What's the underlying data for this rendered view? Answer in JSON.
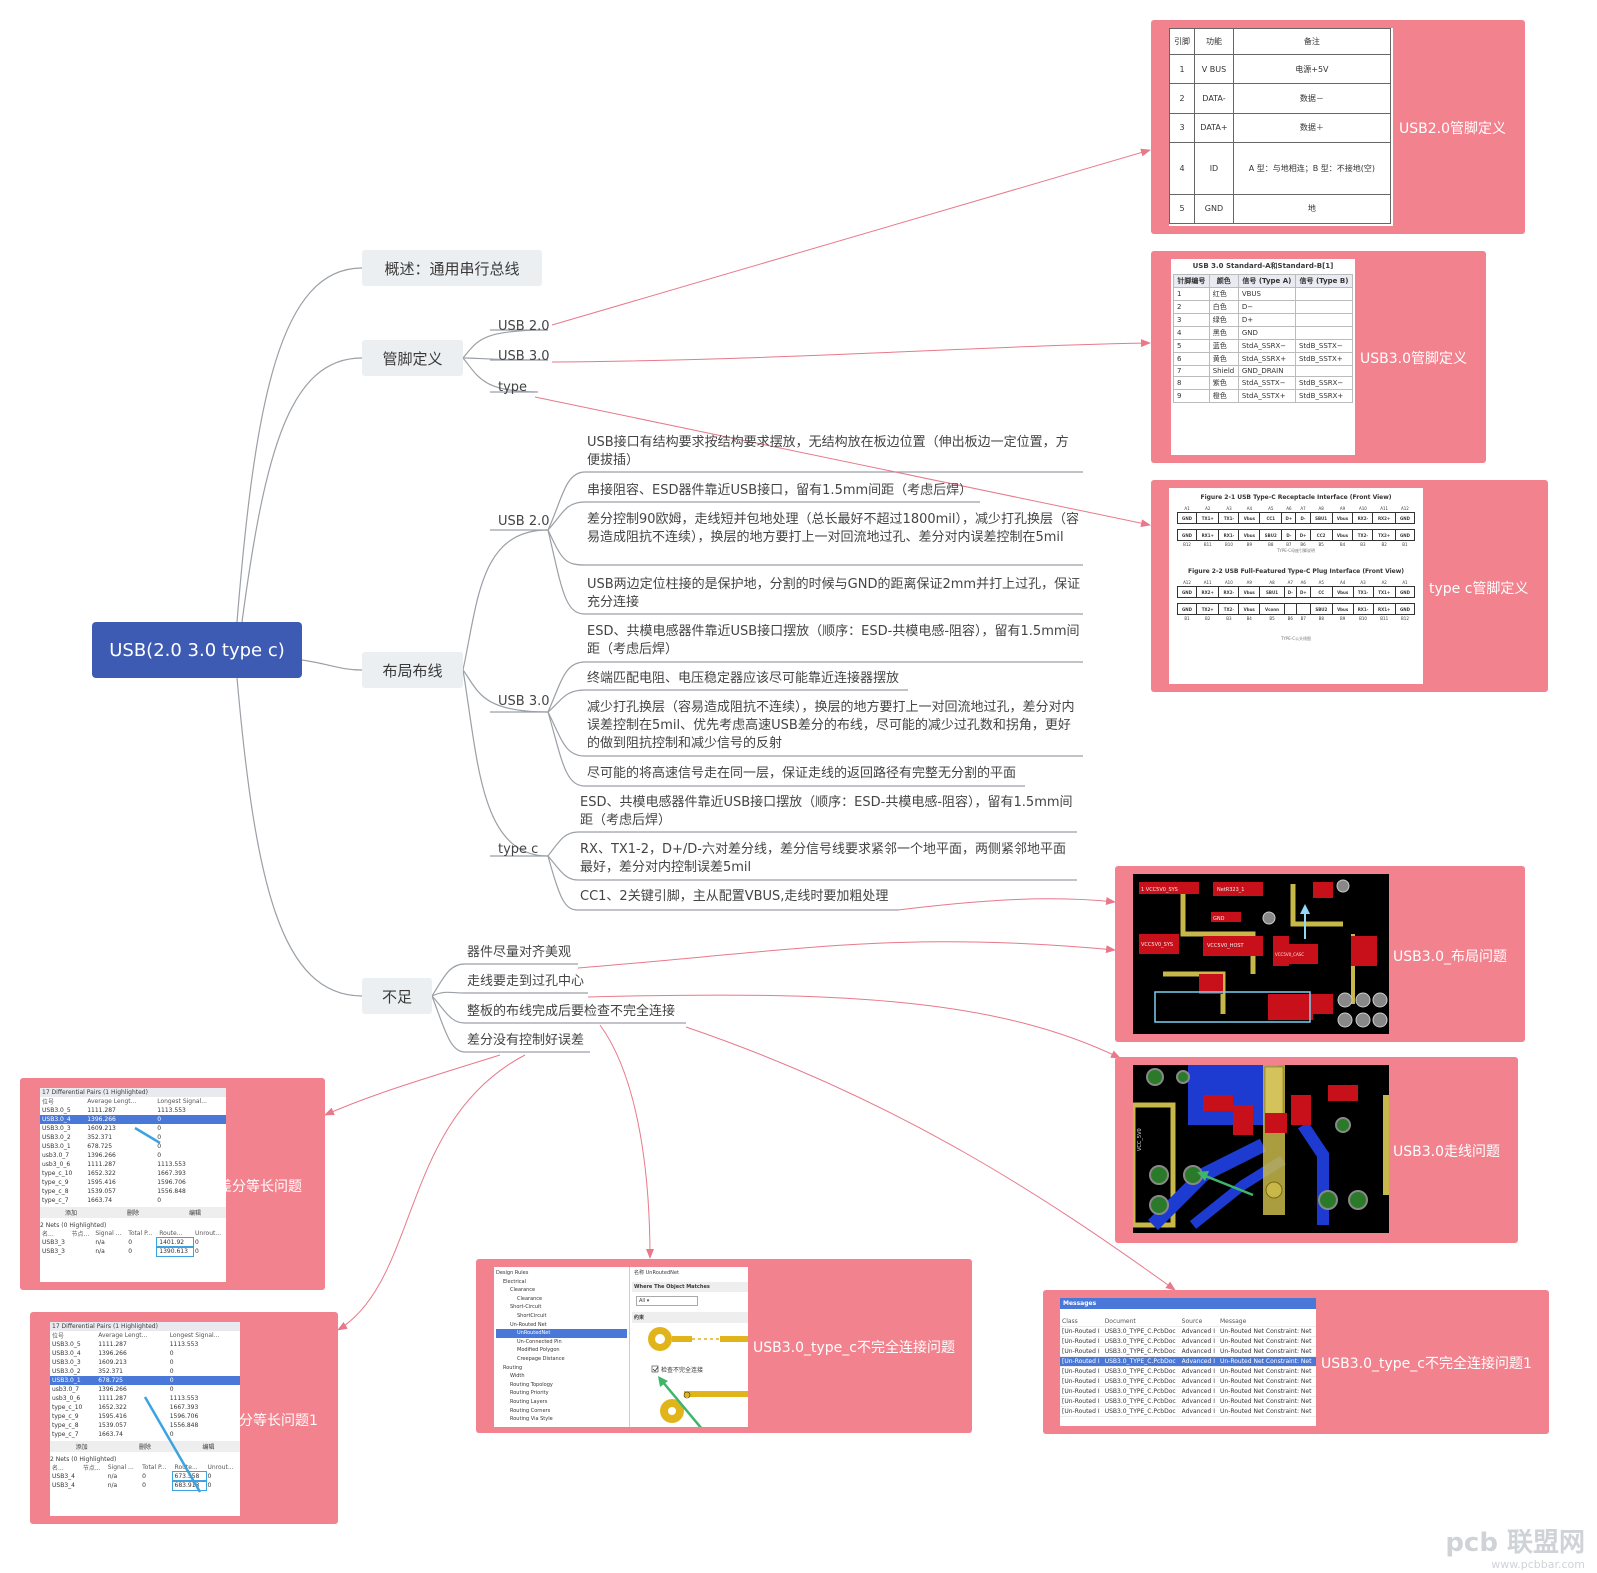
{
  "root": {
    "label": "USB(2.0 3.0 type c)"
  },
  "branches": {
    "overview": "概述：通用串行总线",
    "pins": "管脚定义",
    "layout": "布局布线",
    "shortcomings": "不足"
  },
  "pins_children": {
    "usb2": "USB 2.0",
    "usb3": "USB 3.0",
    "typec": "type"
  },
  "layout_children": {
    "usb2": "USB 2.0",
    "usb3": "USB 3.0",
    "typec": "type c"
  },
  "layout_leaves": {
    "usb2": [
      "USB接口有结构要求按结构要求摆放，无结构放在板边位置（伸出板边一定位置，方便拔插）",
      "串接阻容、ESD器件靠近USB接口，留有1.5mm间距（考虑后焊）",
      "差分控制90欧姆，走线短并包地处理（总长最好不超过1800mil），减少打孔换层（容易造成阻抗不连续），换层的地方要打上一对回流地过孔、差分对内误差控制在5mil",
      "USB两边定位柱接的是保护地，分割的时候与GND的距离保证2mm并打上过孔，保证充分连接"
    ],
    "usb3": [
      "ESD、共模电感器件靠近USB接口摆放（顺序：ESD-共模电感-阻容），留有1.5mm间距（考虑后焊）",
      "终端匹配电阻、电压稳定器应该尽可能靠近连接器摆放",
      "减少打孔换层（容易造成阻抗不连续），换层的地方要打上一对回流地过孔，差分对内误差控制在5mil、优先考虑高速USB差分的布线，尽可能的减少过孔数和拐角，更好的做到阻抗控制和减少信号的反射",
      "尽可能的将高速信号走在同一层，保证走线的返回路径有完整无分割的平面"
    ],
    "typec": [
      "ESD、共模电感器件靠近USB接口摆放（顺序：ESD-共模电感-阻容），留有1.5mm间距（考虑后焊）",
      "RX、TX1-2，D+/D-六对差分线，差分信号线要求紧邻一个地平面，两侧紧邻地平面最好，差分对内控制误差5mil",
      "CC1、2关键引脚，主从配置VBUS,走线时要加粗处理"
    ]
  },
  "shortcoming_leaves": [
    "器件尽量对齐美观",
    "走线要走到过孔中心",
    "整板的布线完成后要检查不完全连接",
    "差分没有控制好误差"
  ],
  "cards": {
    "usb2_pins": "USB2.0管脚定义",
    "usb3_pins": "USB3.0管脚定义",
    "typec_pins": "type c管脚定义",
    "usb3_layout": "USB3.0_布局问题",
    "usb3_routing": "USB3.0走线问题",
    "diff_len": "差分等长问题",
    "diff_len1": "差分等长问题1",
    "typec_unconnected": "USB3.0_type_c不完全连接问题",
    "typec_unconnected1": "USB3.0_type_c不完全连接问题1"
  },
  "usb2_table": {
    "headers": [
      "引脚",
      "功能",
      "备注"
    ],
    "rows": [
      [
        "1",
        "V BUS",
        "电源+5V"
      ],
      [
        "2",
        "DATA-",
        "数据－"
      ],
      [
        "3",
        "DATA+",
        "数据＋"
      ],
      [
        "4",
        "ID",
        "A 型：与地相连；B 型：不接地(空)"
      ],
      [
        "5",
        "GND",
        "地"
      ]
    ]
  },
  "usb3_table": {
    "title": "USB 3.0 Standard-A和Standard-B[1]",
    "headers": [
      "针脚编号",
      "颜色",
      "信号 (Type A)",
      "信号 (Type B)"
    ],
    "rows": [
      [
        "1",
        "红色",
        "VBUS",
        ""
      ],
      [
        "2",
        "白色",
        "D−",
        ""
      ],
      [
        "3",
        "绿色",
        "D+",
        ""
      ],
      [
        "4",
        "黑色",
        "GND",
        ""
      ],
      [
        "5",
        "蓝色",
        "StdA_SSRX−",
        "StdB_SSTX−"
      ],
      [
        "6",
        "黄色",
        "StdA_SSRX+",
        "StdB_SSTX+"
      ],
      [
        "7",
        "Shield",
        "GND_DRAIN",
        ""
      ],
      [
        "8",
        "紫色",
        "StdA_SSTX−",
        "StdB_SSRX−"
      ],
      [
        "9",
        "橙色",
        "StdA_SSTX+",
        "StdB_SSRX+"
      ]
    ]
  },
  "typec_fig": {
    "fig1": "Figure 2-1 USB Type-C Receptacle Interface (Front View)",
    "fig2": "Figure 2-2 USB Full-Featured Type-C Plug Interface (Front View)",
    "cap1": "TYPE-C母座引脚说明",
    "cap2": "TYPE-C公头线图",
    "row_a_top": [
      "A1",
      "A2",
      "A3",
      "A4",
      "A5",
      "A6",
      "A7",
      "A8",
      "A9",
      "A10",
      "A11",
      "A12"
    ],
    "row_a": [
      "GND",
      "TX1+",
      "TX1-",
      "Vbus",
      "CC1",
      "D+",
      "D-",
      "SBU1",
      "Vbus",
      "RX2-",
      "RX2+",
      "GND"
    ],
    "row_b": [
      "GND",
      "RX1+",
      "RX1-",
      "Vbus",
      "SBU2",
      "D-",
      "D+",
      "CC2",
      "Vbus",
      "TX2-",
      "TX2+",
      "GND"
    ],
    "row_b_bot": [
      "B12",
      "B11",
      "B10",
      "B9",
      "B8",
      "B7",
      "B6",
      "B5",
      "B4",
      "B3",
      "B2",
      "B1"
    ],
    "plug_top": [
      "A12",
      "A11",
      "A10",
      "A9",
      "A8",
      "A7",
      "A6",
      "A5",
      "A4",
      "A3",
      "A2",
      "A1"
    ],
    "plug_a": [
      "GND",
      "RX2+",
      "RX2-",
      "Vbus",
      "SBU1",
      "D-",
      "D+",
      "CC",
      "Vbus",
      "TX1-",
      "TX1+",
      "GND"
    ],
    "plug_b": [
      "GND",
      "TX2+",
      "TX2-",
      "Vbus",
      "Vconn",
      "",
      "",
      "SBU2",
      "Vbus",
      "RX1-",
      "RX1+",
      "GND"
    ],
    "plug_bot": [
      "B1",
      "B2",
      "B3",
      "B4",
      "B5",
      "B6",
      "B7",
      "B8",
      "B9",
      "B10",
      "B11",
      "B12"
    ]
  },
  "diff_panel": {
    "title": "17 Differential Pairs (1 Highlighted)",
    "cols": [
      "位号",
      "Average Lengt...",
      "Longest Signal..."
    ],
    "rows": [
      [
        "USB3.0_5",
        "1111.287",
        "1113.553"
      ],
      [
        "USB3.0_4",
        "1396.266",
        "0"
      ],
      [
        "USB3.0_3",
        "1609.213",
        "0"
      ],
      [
        "USB3.0_2",
        "352.371",
        "0"
      ],
      [
        "USB3.0_1",
        "678.725",
        "0"
      ],
      [
        "usb3.0_7",
        "1396.266",
        "0"
      ],
      [
        "usb3_0_6",
        "1111.287",
        "1113.553"
      ],
      [
        "type_c_10",
        "1652.322",
        "1667.393"
      ],
      [
        "type_c_9",
        "1595.416",
        "1596.706"
      ],
      [
        "type_c_8",
        "1539.057",
        "1556.848"
      ],
      [
        "type_c_7",
        "1663.74",
        "0"
      ]
    ],
    "buttons": [
      "添加",
      "删除",
      "编辑"
    ],
    "nets_title": "2 Nets (0 Highlighted)",
    "nets_cols": [
      "名...",
      "节点...",
      "Signal ...",
      "Total P...",
      "Route...",
      "Unrout..."
    ],
    "nets_a": [
      [
        "USB3_3",
        "",
        "n/a",
        "0",
        "1401.92",
        "0"
      ],
      [
        "USB3_3",
        "",
        "n/a",
        "0",
        "1390.613",
        "0"
      ]
    ],
    "nets_b": [
      [
        "USB3_4",
        "",
        "n/a",
        "0",
        "673.558",
        "0"
      ],
      [
        "USB3_4",
        "",
        "n/a",
        "0",
        "683.913",
        "0"
      ]
    ]
  },
  "rules_panel": {
    "tree": [
      "Design Rules",
      "Electrical",
      "Clearance",
      "Clearance",
      "Short-Circuit",
      "ShortCircuit",
      "Un-Routed Net",
      "UnRoutedNet",
      "Un-Connected Pin",
      "Modified Polygon",
      "Creepage Distance",
      "Routing",
      "Width",
      "Routing Topology",
      "Routing Priority",
      "Routing Layers",
      "Routing Corners",
      "Routing Via Style"
    ],
    "name_label": "名称",
    "name_value": "UnRoutedNet",
    "where": "Where The Object Matches",
    "all": "All",
    "constraint": "约束",
    "check": "检查不完全连接"
  },
  "messages_panel": {
    "title": "Messages",
    "cols": [
      "Class",
      "Document",
      "Source",
      "Message"
    ],
    "row": [
      "[Un-Routed I",
      "USB3.0_TYPE_C.PcbDoc",
      "Advanced I",
      "Un-Routed Net Constraint: Net"
    ],
    "count": 9,
    "highlight": 3
  },
  "pcb_labels": {
    "a": "1 VCC5V0_SYS",
    "b": "NetR323_1",
    "c": "VCC5V0_SYS",
    "d": "VCC5V0_HOST",
    "e": "VCC5V0_CASC",
    "f": "GND",
    "g": "VCC_5V0"
  },
  "watermark": {
    "logo": "pcb 联盟网",
    "url": "www.pcbbar.com"
  },
  "colors": {
    "root": "#3e5bb4",
    "card": "#f2828e",
    "line": "#9aa0a6",
    "arrow": "#e8798a"
  }
}
